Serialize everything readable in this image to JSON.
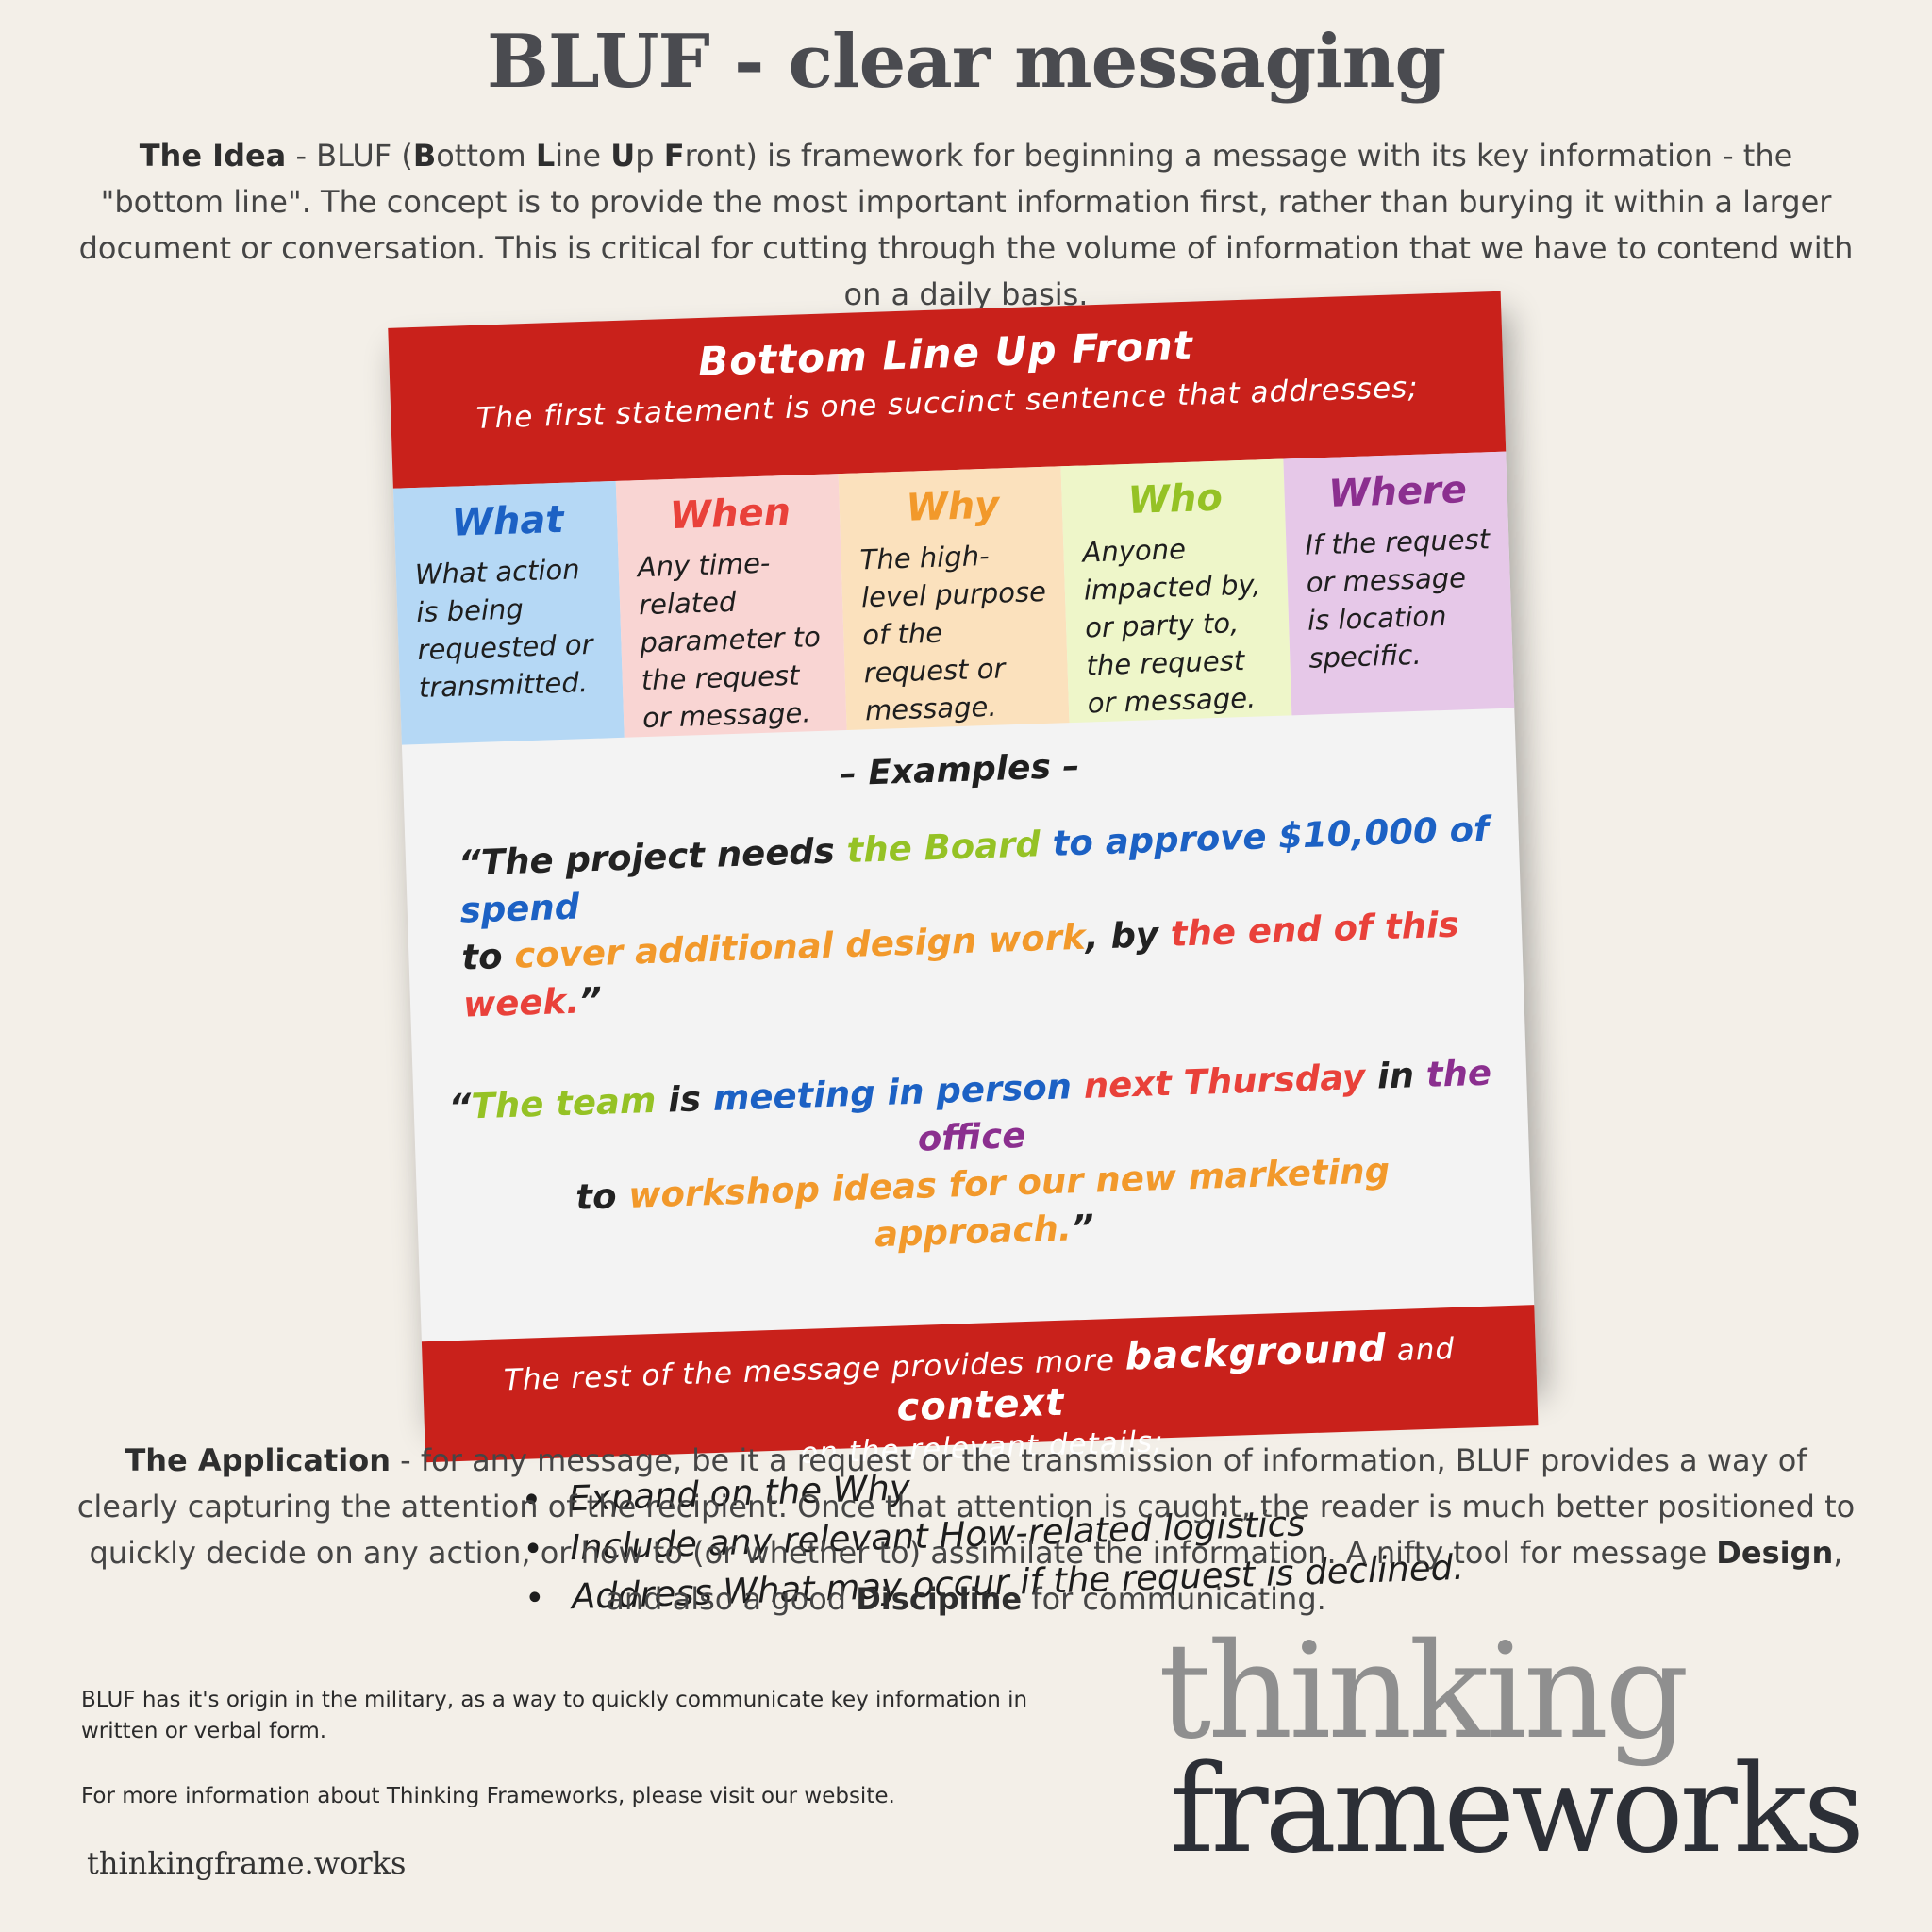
{
  "title": "BLUF - clear messaging",
  "idea": {
    "label": "The Idea",
    "text_pre": " - BLUF (",
    "acronym": [
      {
        "letter": "B",
        "rest": "ottom "
      },
      {
        "letter": "L",
        "rest": "ine "
      },
      {
        "letter": "U",
        "rest": "p "
      },
      {
        "letter": "F",
        "rest": "ront"
      }
    ],
    "text_post": ") is framework for beginning a message with its key information - the \"bottom line\". The concept is to provide the most important information first, rather than burying it within a larger document or conversation. This is critical for cutting through the volume of information that we have to contend with on a daily basis."
  },
  "card": {
    "banner_title": "Bottom Line Up Front",
    "banner_subtitle": "The first statement is one succinct sentence that addresses;",
    "columns": [
      {
        "heading": "What",
        "body": "What action is being requested or transmitted.",
        "bg": "#b5d8f5",
        "color": "#1c61c4"
      },
      {
        "heading": "When",
        "body": "Any time-related parameter to the request or message.",
        "bg": "#f9d5d3",
        "color": "#e9413a"
      },
      {
        "heading": "Why",
        "body": "The high-level purpose of the request or message.",
        "bg": "#fbe1bd",
        "color": "#f2992b"
      },
      {
        "heading": "Who",
        "body": "Anyone impacted by, or party to, the request or message.",
        "bg": "#eef6c9",
        "color": "#95c225"
      },
      {
        "heading": "Where",
        "body": "If the request or message is location specific.",
        "bg": "#e6c8e8",
        "color": "#8b2f8f"
      }
    ],
    "examples_label": "– Examples –",
    "example1": {
      "open": "“The project needs ",
      "who": "the Board",
      "what": " to approve $10,000 of spend",
      "line2_start": "to ",
      "why": "cover additional design work",
      "mid": ", by ",
      "when": "the end of this week.",
      "close": "”"
    },
    "example2": {
      "open": "“",
      "who": "The team",
      "is": " is ",
      "what": "meeting in person",
      "when": " next Thursday",
      "in": " in ",
      "where": "the office",
      "line2_start": "to ",
      "why": "workshop ideas for our new marketing approach.",
      "close": "”"
    },
    "bottom_banner": {
      "pre": "The rest of the message provides more ",
      "background": "background",
      "and": " and ",
      "context": "context",
      "line2": "on the relevant details;"
    },
    "bullets": [
      "Expand on the Why",
      "Include any relevant How-related logistics",
      "Address What may occur if the request is declined."
    ]
  },
  "application": {
    "label": "The Application",
    "text1": " - for any message, be it a request or the transmission of information, BLUF provides a way of clearly capturing the attention of the recipient.  Once that attention is caught, the reader is much better positioned to quickly decide on any action, or how to (or whether to) assimilate the information.  A nifty tool for message ",
    "design": "Design",
    "text2": ", and also a good ",
    "discipline": "Discipline",
    "text3": " for communicating."
  },
  "footer": {
    "note1": "BLUF has it's origin in the military, as a way to quickly communicate key information in written or verbal form.",
    "note2": "For more information about Thinking Frameworks, please visit our website.",
    "website": "thinkingframe.works",
    "logo_line1": "thinking",
    "logo_line2": "frameworks"
  }
}
